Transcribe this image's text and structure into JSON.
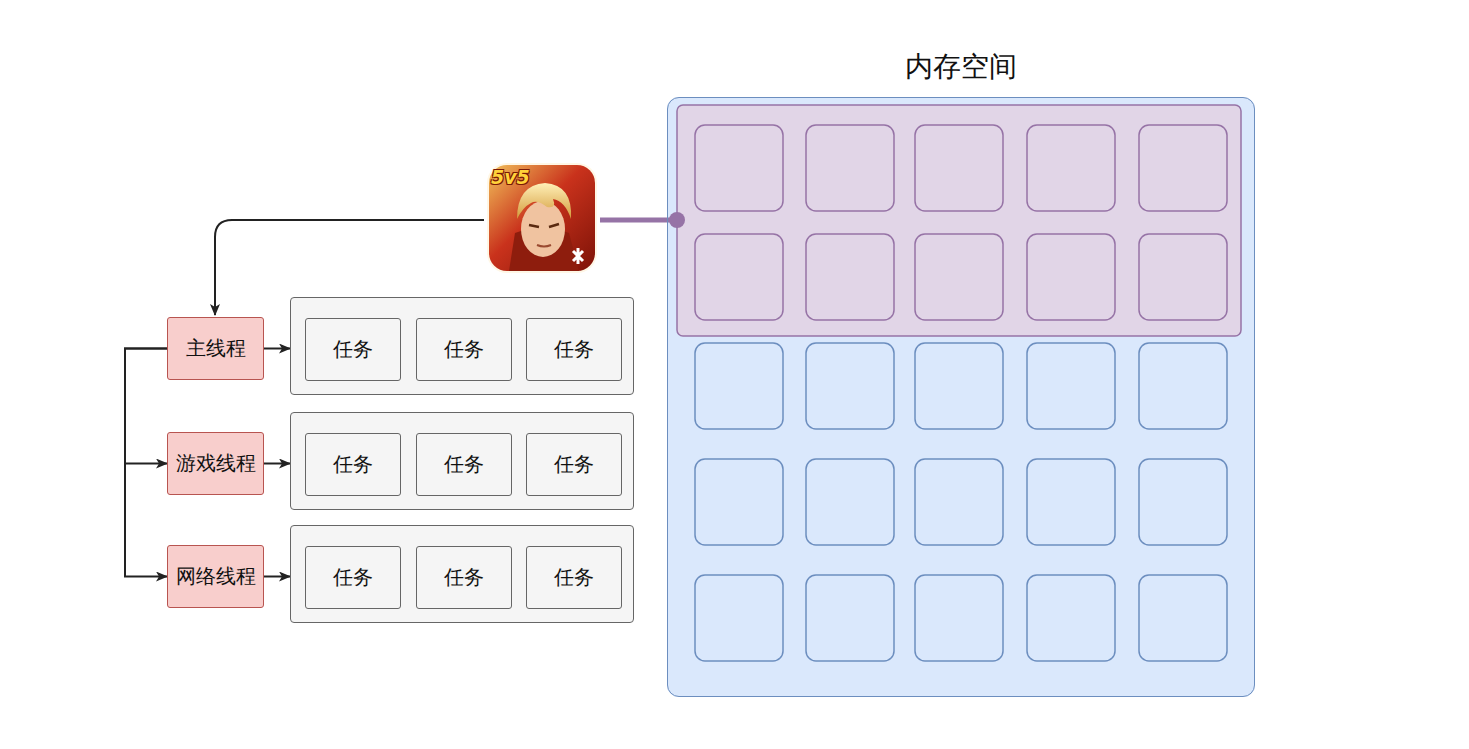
{
  "diagram": {
    "nodes": [
      {
        "text": [
          "内存空间"
        ]
      },
      {
        "text": [
          "主线程"
        ]
      },
      {},
      {
        "text": [
          "任务"
        ],
        "in": 2
      },
      {
        "text": [
          "任务"
        ],
        "in": 2
      },
      {
        "text": [
          "任务"
        ],
        "in": 2
      },
      {
        "text": [
          "游戏线程"
        ]
      },
      {},
      {
        "text": [
          "任务"
        ],
        "in": 7
      },
      {
        "text": [
          "任务"
        ],
        "in": 7
      },
      {
        "text": [
          "任务"
        ],
        "in": 7
      },
      {
        "text": [
          "网络线程"
        ]
      },
      {},
      {
        "text": [
          "任务"
        ],
        "in": 12
      },
      {
        "text": [
          "任务"
        ],
        "in": 12
      },
      {
        "text": [
          "任务"
        ],
        "in": 12
      }
    ],
    "edges": [
      {
        "from": 1,
        "to": 2,
        "arrow": "to"
      },
      {
        "from": 1,
        "to": 6,
        "arrow": "to"
      },
      {
        "from": 1,
        "to": 11,
        "arrow": "to"
      },
      {
        "from": 6,
        "to": 7,
        "arrow": "to"
      },
      {
        "from": 11,
        "to": 12,
        "arrow": "to"
      }
    ],
    "labels": [
      "5v5"
    ]
  }
}
